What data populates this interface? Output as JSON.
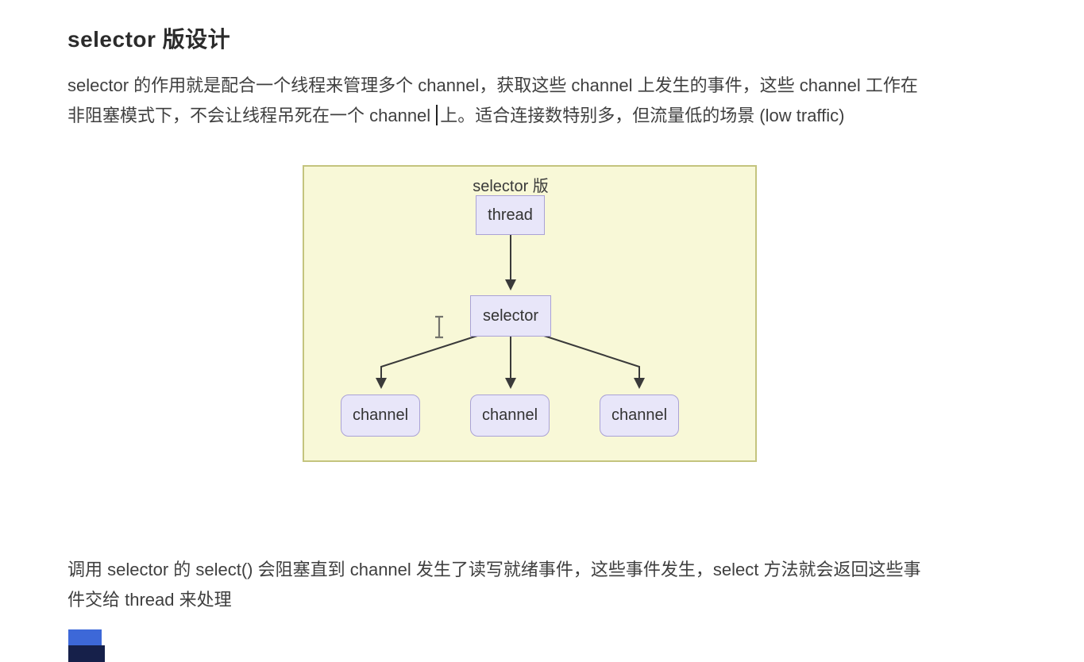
{
  "document": {
    "heading": "selector 版设计",
    "paragraph_intro": {
      "line1": "selector 的作用就是配合一个线程来管理多个 channel，获取这些 channel 上发生的事件，这些 channel 工作在",
      "line2_before_caret": "非阻塞模式下，不会让线程吊死在一个 channel",
      "line2_after_caret": "上。适合连接数特别多，但流量低的场景 (low traffic)"
    },
    "paragraph_outro": {
      "line1": "调用 selector 的 select() 会阻塞直到 channel 发生了读写就绪事件，这些事件发生，select 方法就会返回这些事",
      "line2": "件交给 thread 来处理"
    }
  },
  "diagram": {
    "title": "selector 版",
    "nodes": {
      "thread": {
        "label": "thread"
      },
      "selector": {
        "label": "selector"
      },
      "channel_left": {
        "label": "channel"
      },
      "channel_middle": {
        "label": "channel"
      },
      "channel_right": {
        "label": "channel"
      }
    },
    "edges": [
      {
        "from": "thread",
        "to": "selector"
      },
      {
        "from": "selector",
        "to": "channel_left"
      },
      {
        "from": "selector",
        "to": "channel_middle"
      },
      {
        "from": "selector",
        "to": "channel_right"
      }
    ],
    "colors": {
      "canvas_background": "#f8f8d7",
      "canvas_border": "#c4c47e",
      "node_background": "#e8e6f9",
      "node_border": "#aaa2d6",
      "arrow": "#3a3a3a"
    }
  },
  "artifacts": {
    "bottom_left_bars": {
      "top_bar_color": "#3d68d8",
      "bottom_bar_color": "#16204a"
    }
  }
}
